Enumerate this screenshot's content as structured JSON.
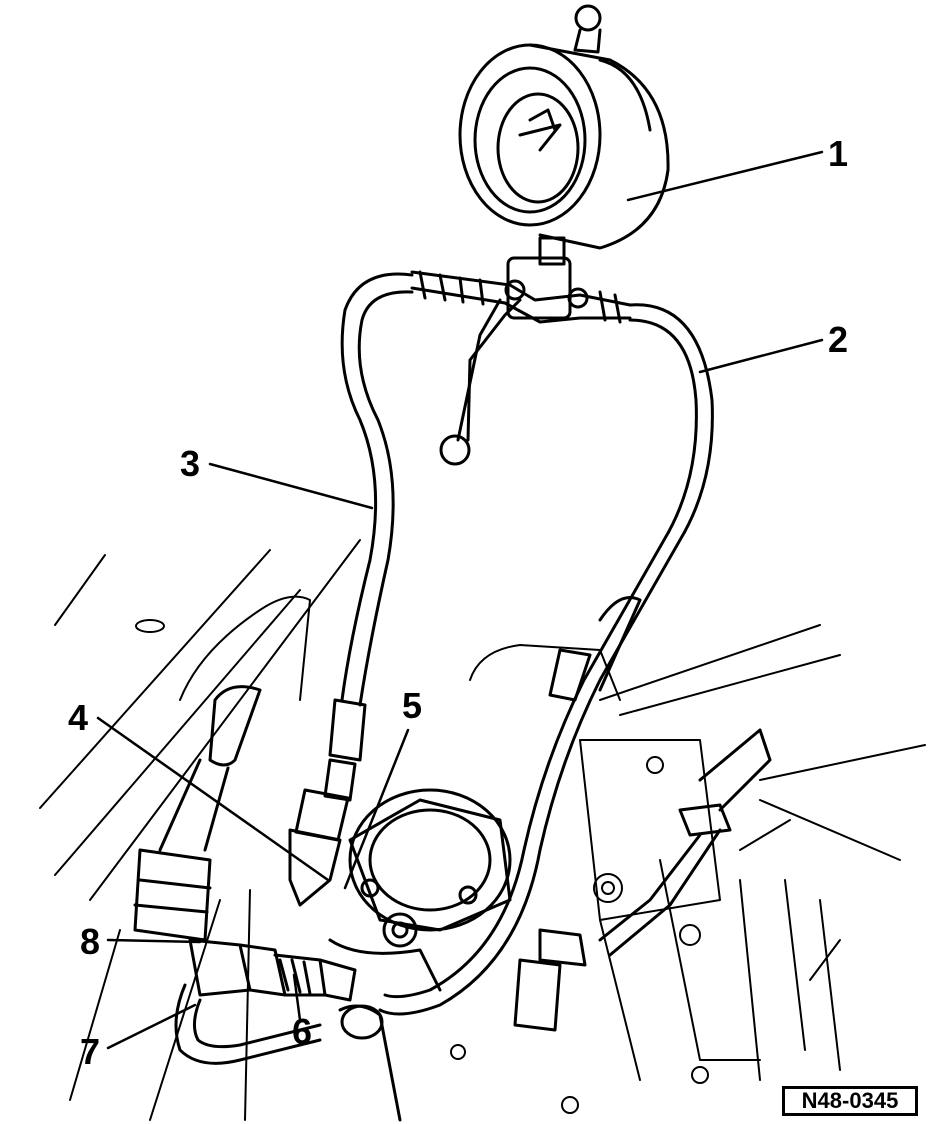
{
  "callouts": {
    "c1": "1",
    "c2": "2",
    "c3": "3",
    "c4": "4",
    "c5": "5",
    "c6": "6",
    "c7": "7",
    "c8": "8"
  },
  "reference_code": "N48-0345",
  "colors": {
    "line": "#000000",
    "background": "#ffffff"
  }
}
